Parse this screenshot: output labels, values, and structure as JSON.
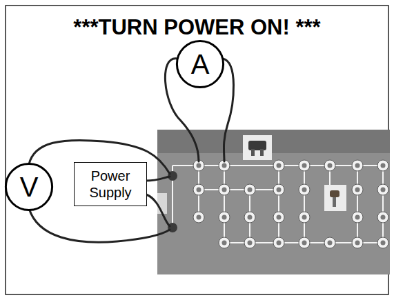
{
  "diagram": {
    "title": "***TURN POWER ON! ***",
    "nodes": [
      {
        "text": [
          "A"
        ]
      },
      {
        "text": [
          "V"
        ]
      },
      {
        "text": [
          "Power Supply"
        ]
      }
    ]
  }
}
